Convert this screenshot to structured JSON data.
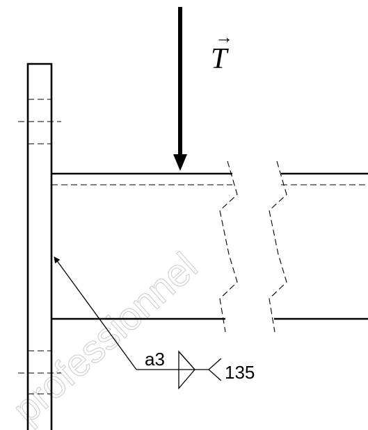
{
  "force": {
    "label": "T",
    "vector_arrow": "→"
  },
  "weld": {
    "throat": "a3",
    "process": "135"
  },
  "watermark": {
    "text": "professionnel"
  }
}
